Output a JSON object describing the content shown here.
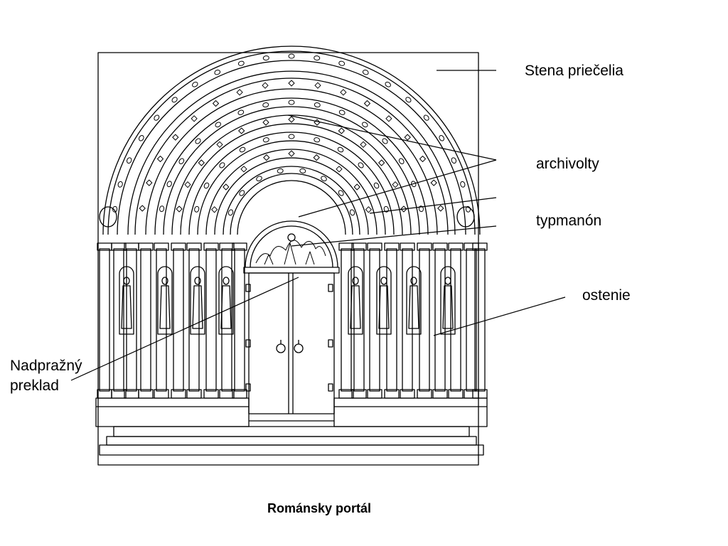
{
  "caption": "Románsky portál",
  "labels": {
    "wall": "Stena priečelia",
    "archivolts": "archivolty",
    "tympanum": "typmanón",
    "jambs": "ostenie",
    "lintel_line1": "Nadpražný",
    "lintel_line2": "preklad"
  },
  "colors": {
    "ink": "#000000",
    "paper": "#ffffff"
  }
}
